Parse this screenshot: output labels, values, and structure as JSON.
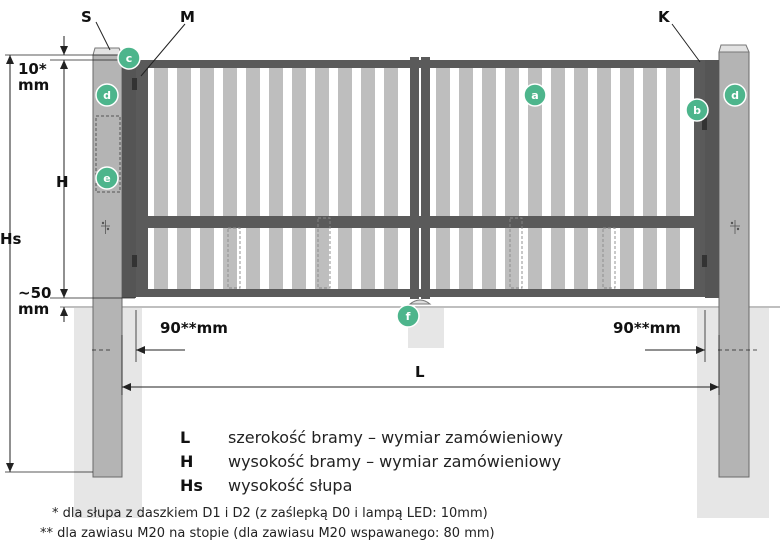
{
  "diagram": {
    "top_labels": {
      "s": "S",
      "m": "M",
      "k": "K"
    },
    "dimensions": {
      "top_gap": "10*",
      "top_gap_unit": "mm",
      "height": "H",
      "post_height": "Hs",
      "bottom_gap": "~50",
      "bottom_gap_unit": "mm",
      "offset_left": "90**mm",
      "offset_right": "90**mm",
      "width": "L"
    },
    "badges": {
      "a": "a",
      "b": "b",
      "c": "c",
      "d_left": "d",
      "d_right": "d",
      "e": "e",
      "f": "f"
    },
    "colors": {
      "badge": "#4db58c",
      "post": "#b4b4b4",
      "frame": "#5a5a5a",
      "picket": "#bebebe",
      "ground": "#e6e6e6"
    }
  },
  "legend": [
    {
      "symbol": "L",
      "text": "szerokość bramy – wymiar zamówieniowy"
    },
    {
      "symbol": "H",
      "text": "wysokość bramy – wymiar zamówieniowy"
    },
    {
      "symbol": "Hs",
      "text": "wysokość słupa"
    }
  ],
  "notes": [
    "* dla słupa z daszkiem D1 i D2 (z zaślepką D0 i lampą LED: 10mm)",
    "** dla zawiasu M20 na stopie (dla zawiasu M20 wspawanego: 80 mm)"
  ]
}
